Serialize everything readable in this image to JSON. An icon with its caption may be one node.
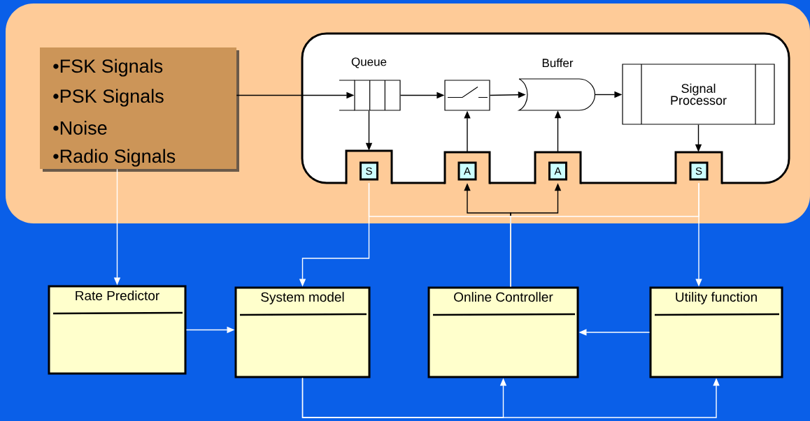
{
  "diagram": {
    "nodes": [
      {
        "text": [
          "•FSK Signals",
          "•PSK Signals",
          "•Noise",
          "•Radio Signals"
        ]
      },
      {
        "text": [],
        "shape": "box"
      },
      {
        "text": [
          "Queue"
        ],
        "in": 1
      },
      {
        "text": [],
        "shape": "switch",
        "in": 1
      },
      {
        "text": [
          "Buffer"
        ],
        "in": 1
      },
      {
        "text": [
          "Signal Processor"
        ],
        "in": 1
      },
      {
        "text": [
          "S"
        ],
        "in": 1
      },
      {
        "text": [
          "A"
        ],
        "in": 1
      },
      {
        "text": [
          "A"
        ],
        "in": 1
      },
      {
        "text": [
          "S"
        ],
        "in": 1
      },
      {
        "text": [
          "Rate Predictor"
        ]
      },
      {
        "text": [
          "System model"
        ]
      },
      {
        "text": [
          "Online Controller"
        ]
      },
      {
        "text": [
          "Utility function"
        ]
      }
    ],
    "edges": [
      {
        "from": 0,
        "to": 2,
        "arrow": "to"
      },
      {
        "from": 2,
        "to": 3,
        "arrow": "to"
      },
      {
        "from": 3,
        "to": 4,
        "arrow": "to"
      },
      {
        "from": 4,
        "to": 5,
        "arrow": "to"
      },
      {
        "from": 2,
        "to": 6,
        "arrow": "to"
      },
      {
        "from": 7,
        "to": 3,
        "arrow": "to"
      },
      {
        "from": 8,
        "to": 4,
        "arrow": "to"
      },
      {
        "from": 5,
        "to": 9,
        "arrow": "to"
      },
      {
        "from": 0,
        "to": 10,
        "arrow": "to",
        "color": "#ffffff"
      },
      {
        "from": 6,
        "to": 11,
        "arrow": "to",
        "color": "#ffffff"
      },
      {
        "from": 9,
        "to": 13,
        "arrow": "to",
        "color": "#ffffff"
      },
      {
        "from": 6,
        "to": 12,
        "arrow": "none",
        "color": "#ffffff"
      },
      {
        "from": 9,
        "to": 12,
        "arrow": "none",
        "color": "#ffffff"
      },
      {
        "from": 12,
        "to": 7,
        "arrow": "to"
      },
      {
        "from": 12,
        "to": 8,
        "arrow": "to"
      },
      {
        "from": 10,
        "to": 11,
        "arrow": "to",
        "color": "#ffffff"
      },
      {
        "from": 13,
        "to": 12,
        "arrow": "to",
        "color": "#ffffff"
      },
      {
        "from": 11,
        "to": 12,
        "arrow": "to",
        "color": "#ffffff"
      },
      {
        "from": 11,
        "to": 13,
        "arrow": "to",
        "color": "#ffffff"
      }
    ]
  }
}
